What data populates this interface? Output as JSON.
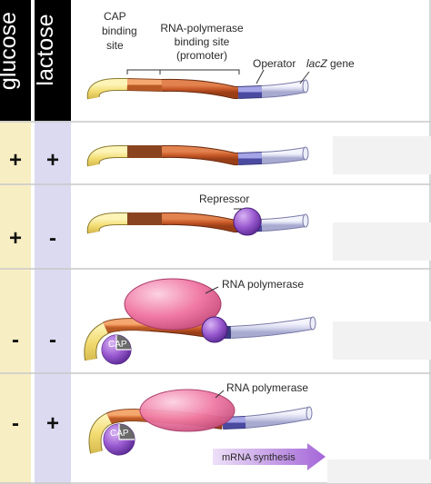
{
  "headers": {
    "glucose": "glucose",
    "lactose": "lactose"
  },
  "labels": {
    "cap_binding_site": [
      "CAP",
      "binding",
      "site"
    ],
    "rnap_binding_site": [
      "RNA-polymerase",
      "binding site",
      "(promoter)"
    ],
    "operator": "Operator",
    "lacz_italic": "lacZ",
    "lacz_suffix": " gene",
    "repressor": "Repressor",
    "rna_polymerase": "RNA polymerase",
    "cap": "CAP",
    "mrna_synthesis": "mRNA synthesis"
  },
  "rows": [
    {
      "glucose": "+",
      "lactose": "+"
    },
    {
      "glucose": "+",
      "lactose": "-"
    },
    {
      "glucose": "-",
      "lactose": "-"
    },
    {
      "glucose": "-",
      "lactose": "+"
    }
  ],
  "colors": {
    "glucose_column": "#f8eec4",
    "lactose_column": "#dcdaf0",
    "header_bg": "#000000",
    "cap_site": "#e07a3e",
    "promoter": "#c85a28",
    "operator": "#6c6cc4",
    "lacz": "#d6d8ee",
    "upstream": "#f4e27e",
    "repressor": "#8a4cc4",
    "rna_polymerase": "#f07aa4",
    "cap_protein": "#8a4cc4",
    "mrna_arrow": "#b07ad8"
  }
}
